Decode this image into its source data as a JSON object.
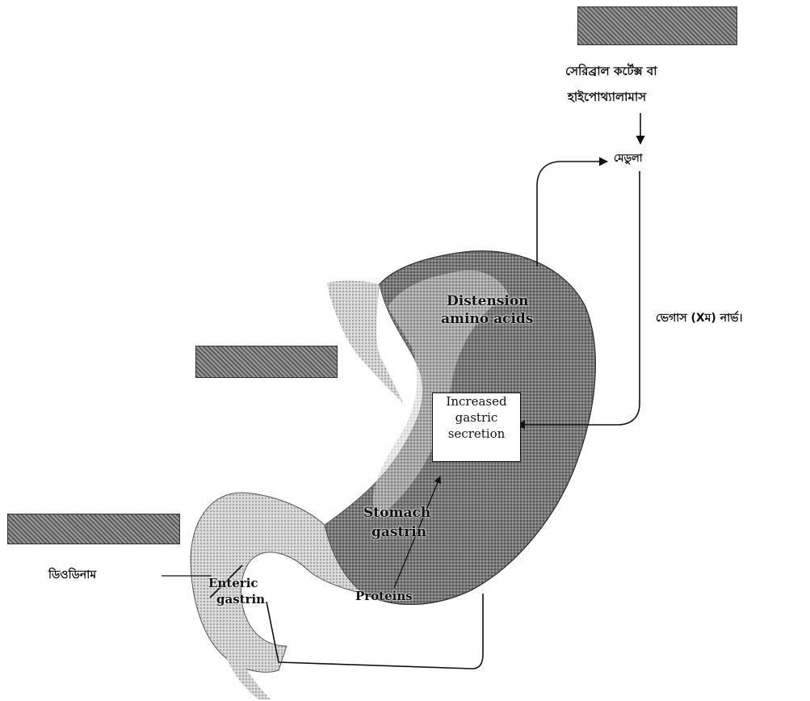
{
  "phases": {
    "cephalic": "",
    "gastric": "",
    "intestinal": ""
  },
  "labels": {
    "cortex_or_hypothalamus": "সেরিব্রাল কর্টেক্স বা হাইপোথ্যালামাস",
    "cortex_line1": "সেরিব্রাল কর্টেক্স বা",
    "cortex_line2": "হাইপোথ্যালামাস",
    "medulla": "মেডুলা",
    "vagus_nerve": "ভেগাস (Xম) নার্ভ।",
    "duodenum": "ডিওডিনাম"
  },
  "stomach": {
    "distension": "Distension",
    "amino_acids": "amino acids",
    "increased_1": "Increased",
    "increased_2": "gastric",
    "increased_3": "secretion",
    "stomach_gastrin_1": "Stomach",
    "stomach_gastrin_2": "gastrin",
    "proteins": "Proteins",
    "enteric_gastrin_1": "Enteric",
    "enteric_gastrin_2": "gastrin"
  },
  "colors": {
    "stomach_dark": "#6a6a6a",
    "stomach_light": "#c8c8c8",
    "line": "#111111"
  }
}
